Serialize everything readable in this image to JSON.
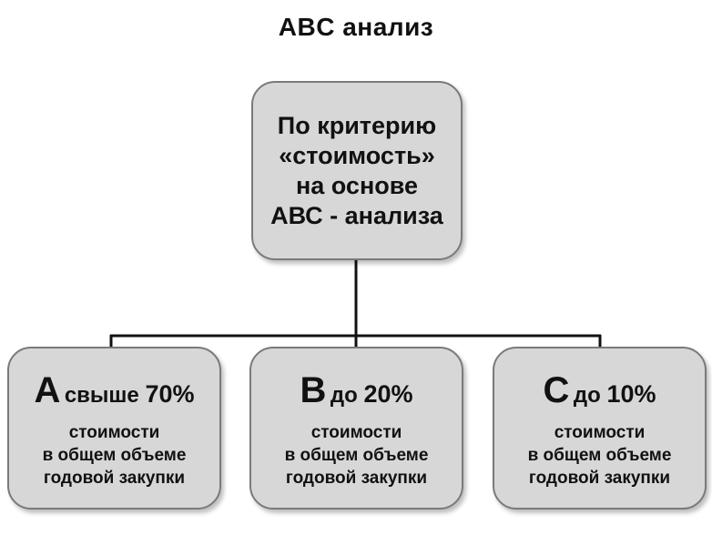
{
  "title": "ABC анализ",
  "top": {
    "lines": [
      "По критерию",
      "«стоимость»",
      "на основе",
      "АВС - анализа"
    ]
  },
  "groups": [
    {
      "letter": "А",
      "condition": "свыше",
      "value": "70%",
      "description": [
        "стоимости",
        "в общем объеме",
        "годовой закупки"
      ]
    },
    {
      "letter": "В",
      "condition": "до",
      "value": "20%",
      "description": [
        "стоимости",
        "в общем объеме",
        "годовой закупки"
      ]
    },
    {
      "letter": "С",
      "condition": "до",
      "value": "10%",
      "description": [
        "стоимости",
        "в общем объеме",
        "годовой закупки"
      ]
    }
  ],
  "colors": {
    "box_fill": "#d7d7d7",
    "box_border": "#7a7a7a",
    "connector": "#111111"
  }
}
